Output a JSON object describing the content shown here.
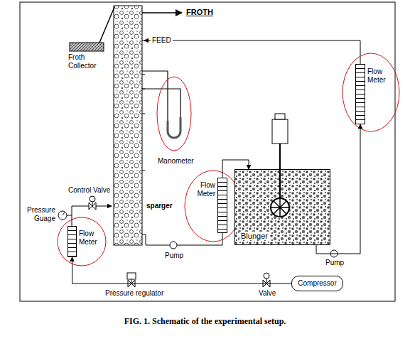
{
  "diagram": {
    "caption": "FIG. 1. Schematic of the experimental setup.",
    "nodes": [
      {
        "text": [
          "Flow Meter"
        ]
      },
      {
        "text": [
          "Flow Meter"
        ]
      },
      {
        "text": [
          "Blunger"
        ]
      },
      {
        "text": [
          "Flow Meter"
        ]
      },
      {
        "text": [
          "Compressor"
        ]
      }
    ],
    "edges": [
      {
        "from": 2,
        "to": 0,
        "arrow": "to"
      },
      {
        "from": 1,
        "to": 2,
        "arrow": "to"
      },
      {
        "from": 4,
        "to": 3,
        "arrow": "to"
      }
    ],
    "labels": [
      "FROTH",
      "Froth Collector",
      "FEED",
      "Manometer",
      "Control Valve",
      "Pressure Guage",
      "sparger",
      "Pump",
      "Pump",
      "Pressure regulator",
      "Valve"
    ]
  }
}
